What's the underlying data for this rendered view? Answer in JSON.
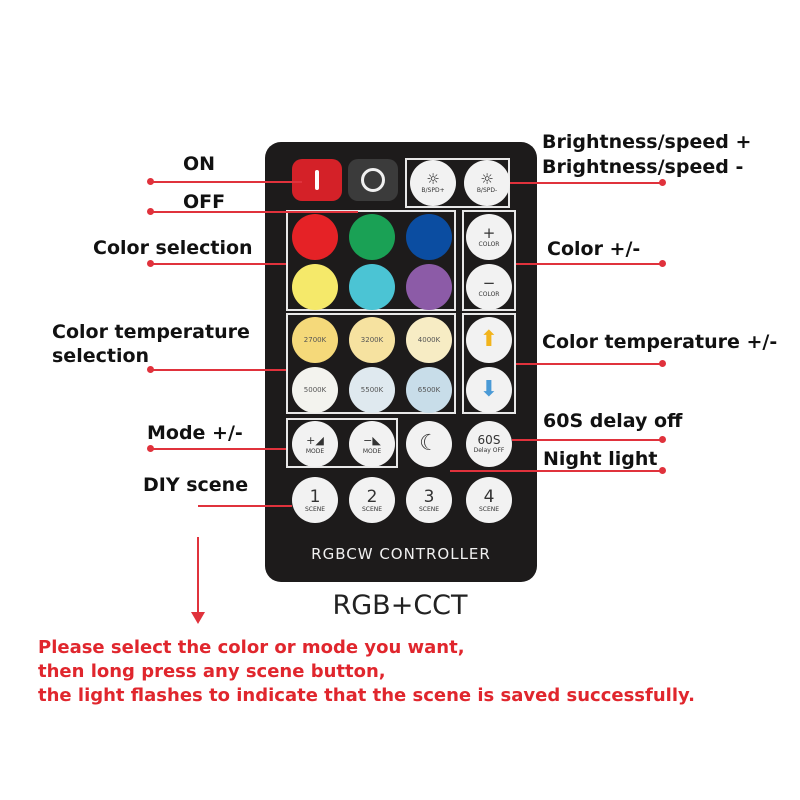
{
  "labels": {
    "on": "ON",
    "off": "OFF",
    "brightness_up": "Brightness/speed +",
    "brightness_down": "Brightness/speed -",
    "color_selection": "Color selection",
    "color_pm": "Color +/-",
    "color_temp_line1": "Color temperature",
    "color_temp_line2": "selection",
    "color_temp_pm": "Color temperature +/-",
    "mode_pm": "Mode +/-",
    "delay_off": "60S delay off",
    "night_light": "Night light",
    "diy_scene": "DIY scene"
  },
  "remote": {
    "controller_title": "RGBCW CONTROLLER",
    "power_on_icon": "power-on-icon",
    "power_off_icon": "power-off-icon",
    "bright_up_sub": "B/SPD+",
    "bright_down_sub": "B/SPD-",
    "color_plus": "+",
    "color_minus": "−",
    "color_word": "COLOR",
    "colors": [
      "#e52226",
      "#1aa155",
      "#0b4da1",
      "#f5e96a",
      "#4bc4d4",
      "#8c5ba7"
    ],
    "temps": [
      {
        "label": "2700K",
        "color": "#f5d97a"
      },
      {
        "label": "3200K",
        "color": "#f6e2a0"
      },
      {
        "label": "4000K",
        "color": "#f7ecc4"
      },
      {
        "label": "5000K",
        "color": "#f3f3ee"
      },
      {
        "label": "5500K",
        "color": "#dfe9ef"
      },
      {
        "label": "6500K",
        "color": "#c8dde9"
      }
    ],
    "mode_word": "MODE",
    "delay_big": "60S",
    "delay_small": "Delay OFF",
    "scene_word": "SCENE",
    "scenes": [
      "1",
      "2",
      "3",
      "4"
    ]
  },
  "product_name": "RGB+CCT",
  "note_lines": [
    "Please select the color or mode you want,",
    "then long press any scene button,",
    "the light flashes to indicate that the scene is saved successfully."
  ],
  "colors": {
    "annotation_red": "#e0323c",
    "remote_body": "#1d1b1b"
  }
}
